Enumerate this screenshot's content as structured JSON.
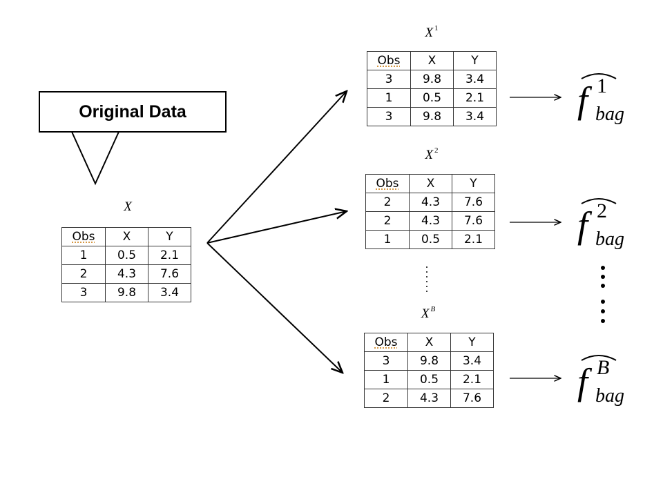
{
  "callout": {
    "label": "Original Data"
  },
  "original": {
    "label_main": "X",
    "headers": [
      "Obs",
      "X",
      "Y"
    ],
    "rows": [
      [
        "1",
        "0.5",
        "2.1"
      ],
      [
        "2",
        "4.3",
        "7.6"
      ],
      [
        "3",
        "9.8",
        "3.4"
      ]
    ]
  },
  "samples": [
    {
      "label_main": "X",
      "label_sup": "1",
      "headers": [
        "Obs",
        "X",
        "Y"
      ],
      "rows": [
        [
          "3",
          "9.8",
          "3.4"
        ],
        [
          "1",
          "0.5",
          "2.1"
        ],
        [
          "3",
          "9.8",
          "3.4"
        ]
      ],
      "f_main": "f",
      "f_sup": "1",
      "f_sub": "bag"
    },
    {
      "label_main": "X",
      "label_sup": "2",
      "headers": [
        "Obs",
        "X",
        "Y"
      ],
      "rows": [
        [
          "2",
          "4.3",
          "7.6"
        ],
        [
          "2",
          "4.3",
          "7.6"
        ],
        [
          "1",
          "0.5",
          "2.1"
        ]
      ],
      "f_main": "f",
      "f_sup": "2",
      "f_sub": "bag"
    },
    {
      "label_main": "X",
      "label_sup": "B",
      "headers": [
        "Obs",
        "X",
        "Y"
      ],
      "rows": [
        [
          "3",
          "9.8",
          "3.4"
        ],
        [
          "1",
          "0.5",
          "2.1"
        ],
        [
          "2",
          "4.3",
          "7.6"
        ]
      ],
      "f_main": "f",
      "f_sup": "B",
      "f_sub": "bag"
    }
  ]
}
